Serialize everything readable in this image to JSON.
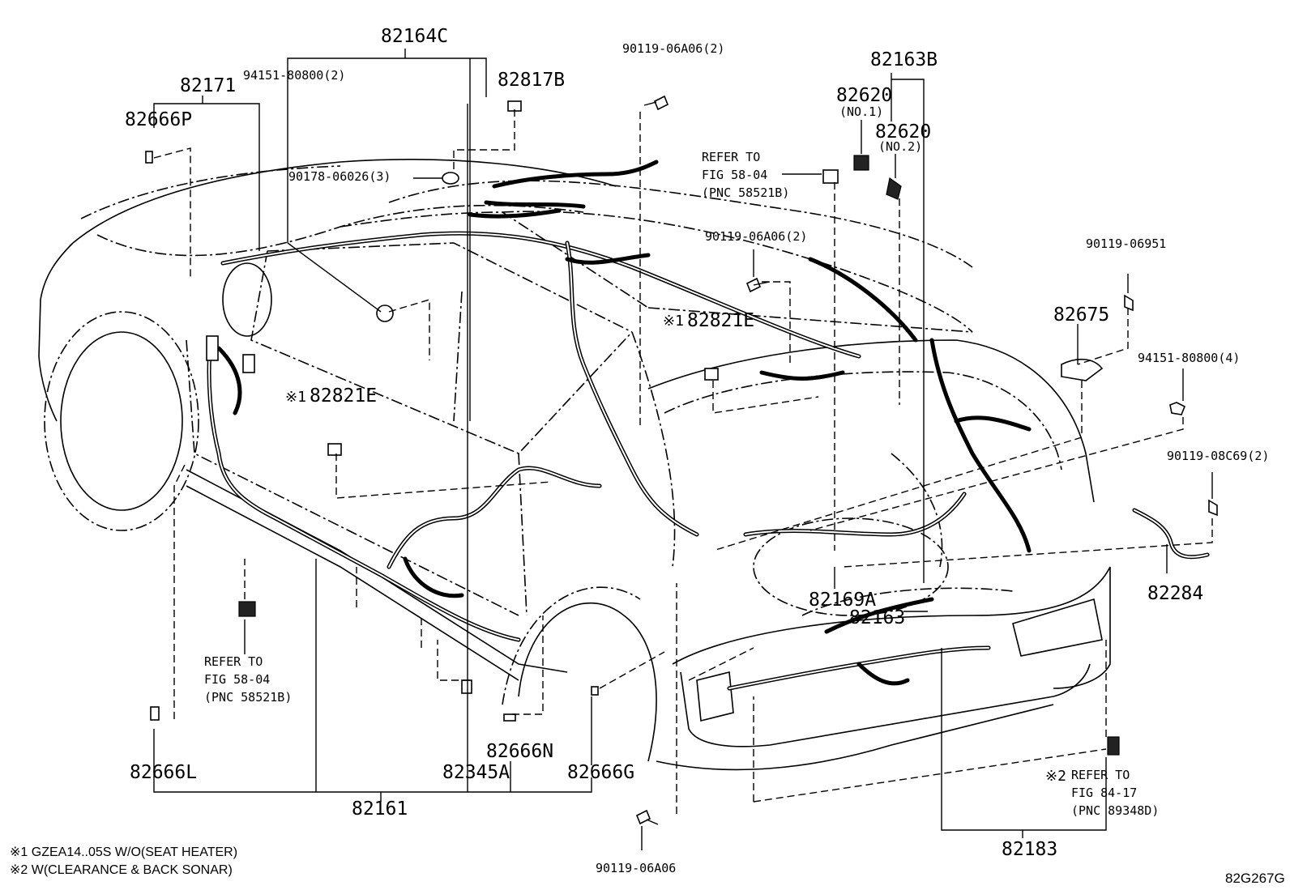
{
  "labels": {
    "l82164C": "82164C",
    "l94151_2": "94151-80800(2)",
    "l82171": "82171",
    "l82666P": "82666P",
    "l82817B": "82817B",
    "l90119_top": "90119-06A06(2)",
    "l90178": "90178-06026(3)",
    "l82163B": "82163B",
    "l82620_1": "82620",
    "l82620_1n": "(NO.1)",
    "l82620_2": "82620",
    "l82620_2n": "(NO.2)",
    "refer1_a": "REFER TO",
    "refer1_b": "FIG 58-04",
    "refer1_c": "(PNC 58521B)",
    "l90119_mid": "90119-06A06(2)",
    "l90119_06951": "90119-06951",
    "l82675": "82675",
    "l82821E_1": "82821E",
    "l82821E_2": "82821E",
    "l94151_4": "94151-80800(4)",
    "l90119_08C69": "90119-08C69(2)",
    "l82284": "82284",
    "l82169A": "82169A",
    "l82163": "82163",
    "refer2_a": "REFER TO",
    "refer2_b": "FIG 58-04",
    "refer2_c": "(PNC 58521B)",
    "l82666L": "82666L",
    "l82345A": "82345A",
    "l82666N": "82666N",
    "l82666G": "82666G",
    "l82161": "82161",
    "refer3_a": "REFER TO",
    "refer3_b": "FIG 84-17",
    "refer3_c": "(PNC 89348D)",
    "l82183": "82183",
    "l90119_bot": "90119-06A06"
  },
  "marks": {
    "m1": "※1",
    "m2": "※2"
  },
  "notes": {
    "note1": "※1 GZEA14..05S  W/O(SEAT HEATER)",
    "note2": "※2 W(CLEARANCE & BACK SONAR)"
  },
  "diagram_code": "82G267G"
}
